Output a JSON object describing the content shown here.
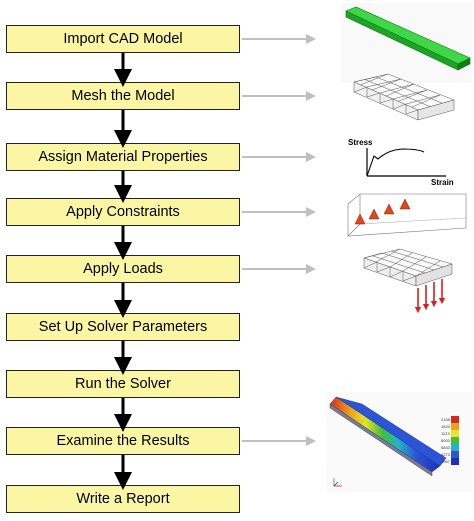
{
  "steps": [
    {
      "label": "Import CAD Model"
    },
    {
      "label": "Mesh the Model"
    },
    {
      "label": "Assign Material Properties"
    },
    {
      "label": "Apply Constraints"
    },
    {
      "label": "Apply Loads"
    },
    {
      "label": "Set Up Solver Parameters"
    },
    {
      "label": "Run the Solver"
    },
    {
      "label": "Examine the Results"
    },
    {
      "label": "Write a Report"
    }
  ],
  "graph_labels": {
    "y_axis": "Stress",
    "x_axis": "Strain"
  },
  "legend_values": [
    "2108",
    "1823",
    "1123",
    "8003",
    "5833",
    "4273",
    "4967"
  ],
  "colors": {
    "step_fill": "#fbf6a4",
    "step_border": "#222222",
    "flow_arrow": "#000000",
    "side_arrow": "#bfbfbf",
    "cad_model": "#22c42a",
    "constraint": "#e2461e",
    "load": "#d91f1f"
  }
}
